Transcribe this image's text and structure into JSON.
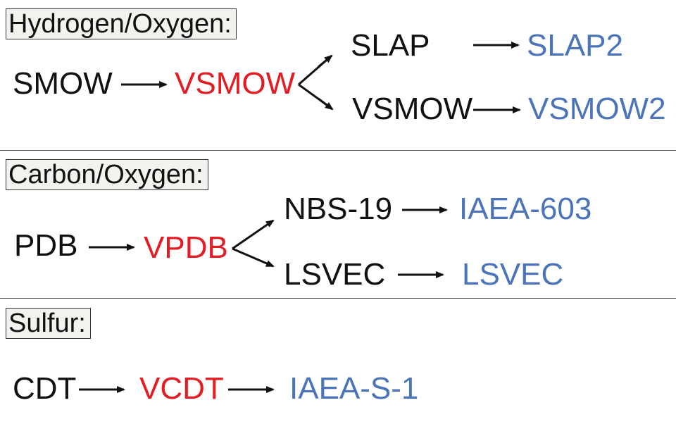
{
  "colors": {
    "original": "#111111",
    "vienna": "#e31b23",
    "successor": "#4b74b9"
  },
  "sections": [
    {
      "header": "Hydrogen/Oxygen:",
      "original": "SMOW",
      "vienna": "VSMOW",
      "branches": [
        {
          "from": "SLAP",
          "to": "SLAP2"
        },
        {
          "from": "VSMOW",
          "to": "VSMOW2"
        }
      ]
    },
    {
      "header": "Carbon/Oxygen:",
      "original": "PDB",
      "vienna": "VPDB",
      "branches": [
        {
          "from": "NBS-19",
          "to": "IAEA-603"
        },
        {
          "from": "LSVEC",
          "to": "LSVEC"
        }
      ]
    },
    {
      "header": "Sulfur:",
      "original": "CDT",
      "vienna": "VCDT",
      "successor": "IAEA-S-1"
    }
  ]
}
